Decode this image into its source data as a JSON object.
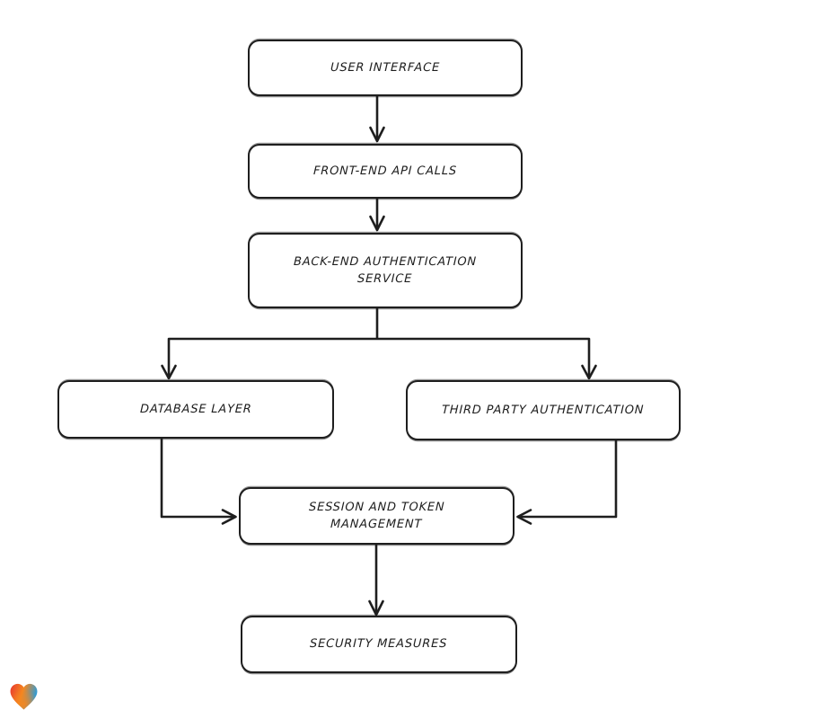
{
  "diagram": {
    "background_color": "#ffffff",
    "stroke_color": "#1e1e1e",
    "node_fill_color": "#ffffff",
    "nodes": [
      {
        "id": "user-interface",
        "lines": [
          "USER INTERFACE"
        ]
      },
      {
        "id": "front-end-api-calls",
        "lines": [
          "FRONT-END API CALLS"
        ]
      },
      {
        "id": "back-end-authentication-service",
        "lines": [
          "BACK-END AUTHENTICATION",
          "SERVICE"
        ]
      },
      {
        "id": "database-layer",
        "lines": [
          "DATABASE LAYER"
        ]
      },
      {
        "id": "third-party-authentication",
        "lines": [
          "THIRD PARTY AUTHENTICATION"
        ]
      },
      {
        "id": "session-and-token-management",
        "lines": [
          "SESSION AND TOKEN",
          "MANAGEMENT"
        ]
      },
      {
        "id": "security-measures",
        "lines": [
          "SECURITY MEASURES"
        ]
      }
    ],
    "edges": [
      {
        "from": "user-interface",
        "to": "front-end-api-calls"
      },
      {
        "from": "front-end-api-calls",
        "to": "back-end-authentication-service"
      },
      {
        "from": "back-end-authentication-service",
        "to": "database-layer"
      },
      {
        "from": "back-end-authentication-service",
        "to": "third-party-authentication"
      },
      {
        "from": "database-layer",
        "to": "session-and-token-management"
      },
      {
        "from": "third-party-authentication",
        "to": "session-and-token-management"
      },
      {
        "from": "session-and-token-management",
        "to": "security-measures"
      }
    ],
    "logo": {
      "name": "eraser-heart-logo",
      "colors": [
        "#e8382f",
        "#f5871f",
        "#2e9bd6"
      ]
    }
  }
}
